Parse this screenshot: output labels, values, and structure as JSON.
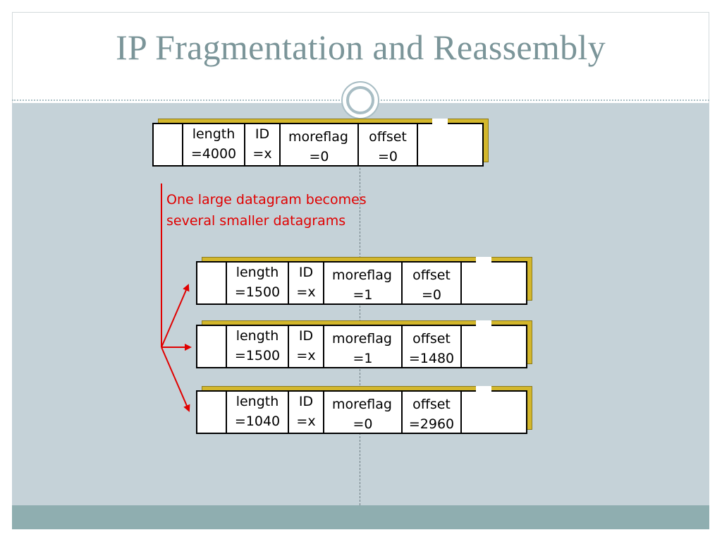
{
  "slide": {
    "title": "IP Fragmentation and Reassembly",
    "note_line1": "One large datagram becomes",
    "note_line2": "several smaller datagrams"
  },
  "colors": {
    "title": "#7b9599",
    "content_background": "#c5d2d8",
    "bottom_bar": "#8faeb0",
    "box_shadow": "#d3b72c",
    "note_and_arrows": "#e00000"
  },
  "original": {
    "length": "length",
    "length_value": "=4000",
    "id": "ID",
    "id_value": "=x",
    "moreflag": "moreflag",
    "moreflag_value": "=0",
    "offset": "offset",
    "offset_value": "=0"
  },
  "fragments": [
    {
      "length": "length",
      "length_value": "=1500",
      "id": "ID",
      "id_value": "=x",
      "moreflag": "moreflag",
      "moreflag_value": "=1",
      "offset": "offset",
      "offset_value": "=0"
    },
    {
      "length": "length",
      "length_value": "=1500",
      "id": "ID",
      "id_value": "=x",
      "moreflag": "moreflag",
      "moreflag_value": "=1",
      "offset": "offset",
      "offset_value": "=1480"
    },
    {
      "length": "length",
      "length_value": "=1040",
      "id": "ID",
      "id_value": "=x",
      "moreflag": "moreflag",
      "moreflag_value": "=0",
      "offset": "offset",
      "offset_value": "=2960"
    }
  ]
}
